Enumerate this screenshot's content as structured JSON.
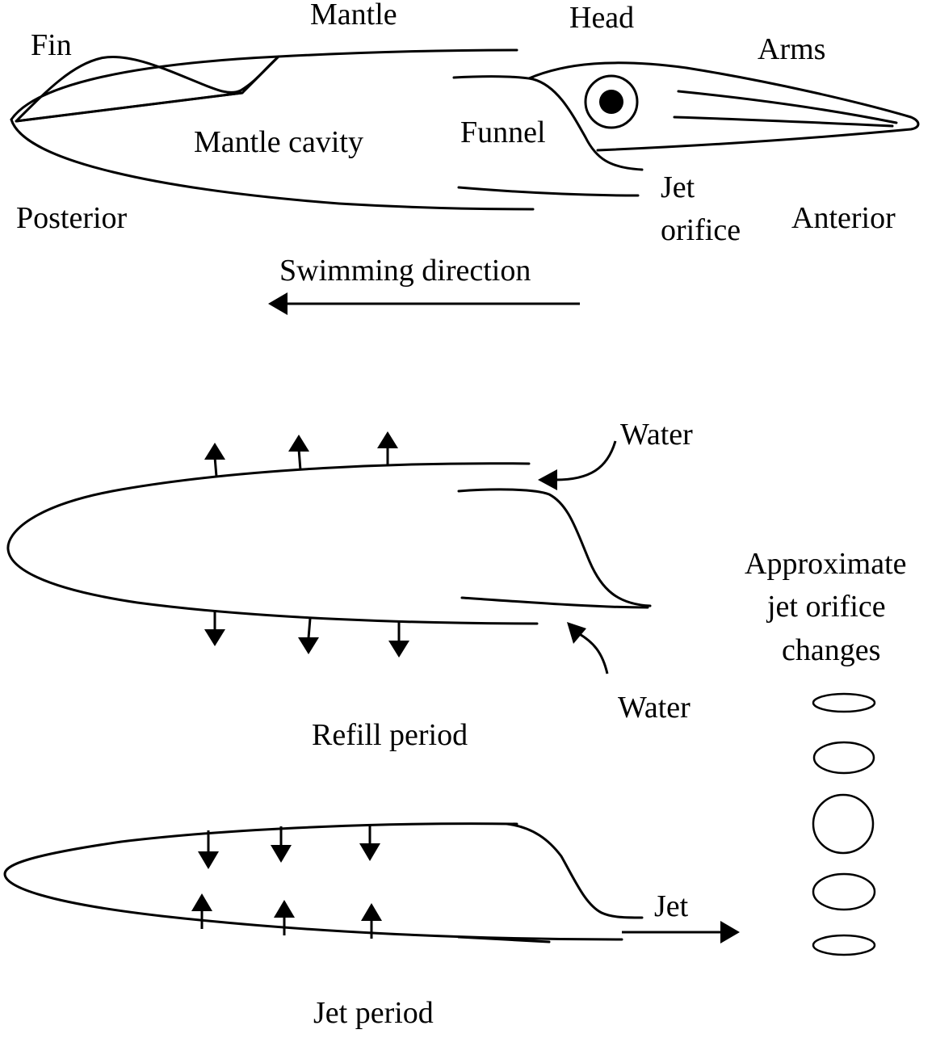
{
  "top_diagram": {
    "labels": {
      "fin": "Fin",
      "mantle": "Mantle",
      "head": "Head",
      "arms": "Arms",
      "mantle_cavity": "Mantle cavity",
      "funnel": "Funnel",
      "jet_orifice_line1": "Jet",
      "jet_orifice_line2": "orifice",
      "posterior": "Posterior",
      "anterior": "Anterior",
      "swimming_direction": "Swimming direction"
    }
  },
  "refill_diagram": {
    "water_top": "Water",
    "water_bottom": "Water",
    "caption": "Refill period"
  },
  "jet_diagram": {
    "jet_label": "Jet",
    "caption": "Jet period"
  },
  "orifice_changes": {
    "title_line1": "Approximate",
    "title_line2": "jet orifice",
    "title_line3": "changes",
    "shape_count": 5
  },
  "colors": {
    "ink": "#000000",
    "background": "#ffffff"
  }
}
